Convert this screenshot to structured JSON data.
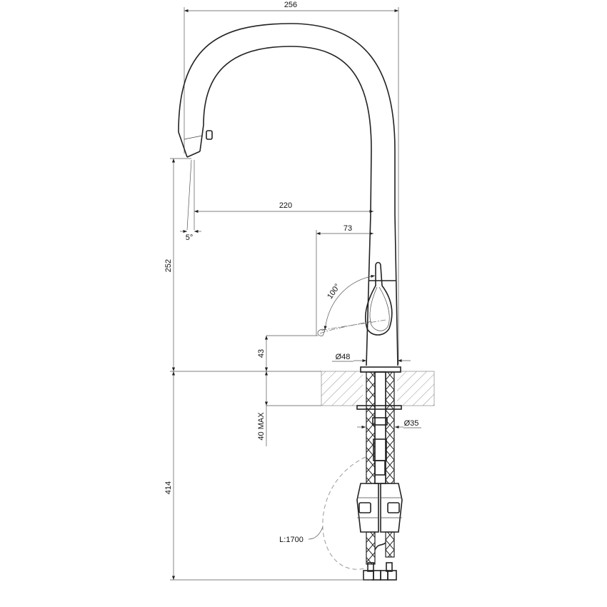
{
  "drawing": {
    "dimensions": {
      "overall_width": "256",
      "spout_reach": "220",
      "handle_offset": "73",
      "spray_angle": "5°",
      "lever_angle": "100°",
      "height_above_counter": "252",
      "lever_height": "43",
      "base_diameter": "Ø48",
      "counter_thickness": "40 MAX",
      "shank_diameter": "Ø35",
      "below_counter_length": "414",
      "hose_length": "L:1700"
    },
    "colors": {
      "line": "#222222",
      "hatch": "#444444",
      "dimension": "#555555"
    }
  }
}
